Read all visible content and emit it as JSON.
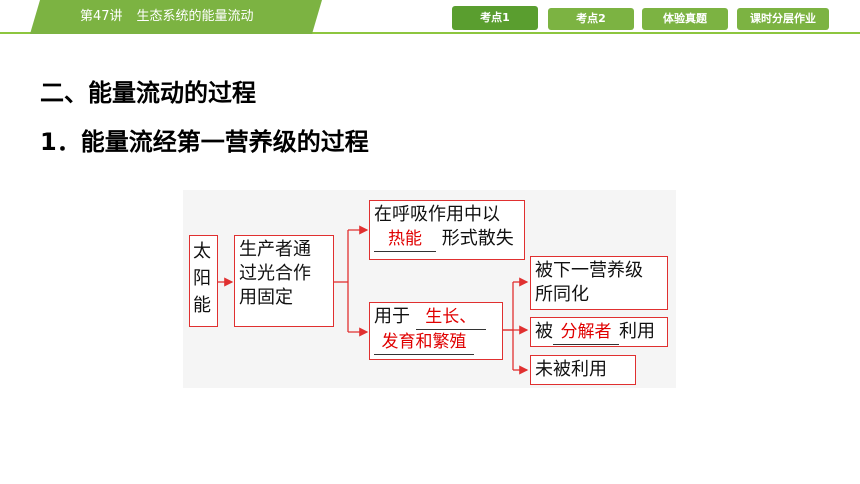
{
  "header": {
    "lecture": "第47讲",
    "title": "生态系统的能量流动",
    "nav": [
      {
        "label": "考点1",
        "active": true
      },
      {
        "label": "考点2",
        "active": false
      },
      {
        "label": "体验真题",
        "active": false
      },
      {
        "label": "课时分层作业",
        "active": false
      }
    ]
  },
  "content": {
    "section_title": "二、能量流动的过程",
    "subsection_title": "1．能量流经第一营养级的过程"
  },
  "diagram": {
    "sun": "太阳能",
    "producer": [
      "生产者通",
      "过光合作",
      "用固定"
    ],
    "respiration_pre": "在呼吸作用中以",
    "respiration_fill": "热能",
    "respiration_post": "形式散失",
    "growth_pre": "用于",
    "growth_fill_1": "生长、",
    "growth_fill_2": "发育和繁殖",
    "next_level": [
      "被下一营养级",
      "所同化"
    ],
    "decomposer_pre": "被",
    "decomposer_fill": "分解者",
    "decomposer_post": "利用",
    "unused": "未被利用"
  },
  "colors": {
    "header_green": "#7cb342",
    "box_border": "#e03030",
    "fill_red": "#e00000"
  }
}
